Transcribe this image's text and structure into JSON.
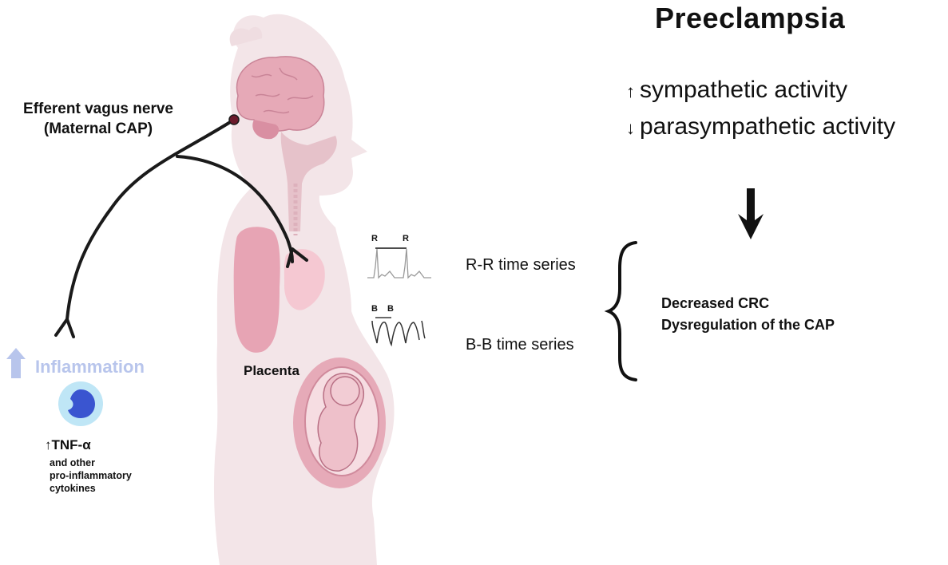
{
  "title": "Preeclampsia",
  "activity": [
    {
      "arrow": "↑",
      "label": "sympathetic activity"
    },
    {
      "arrow": "↓",
      "label": "parasympathetic activity"
    }
  ],
  "vagus_label": [
    "Efferent vagus nerve",
    "(Maternal CAP)"
  ],
  "inflammation_label": "Inflammation",
  "tnf": {
    "arrow": "↑",
    "label": "TNF-α"
  },
  "cytokines_label": [
    "and other",
    "pro-inflammatory",
    "cytokines"
  ],
  "placenta_label": "Placenta",
  "time_series": [
    "R-R time series",
    "B-B time series"
  ],
  "rr_markers": [
    "R",
    "R"
  ],
  "bb_markers": [
    "B",
    "B"
  ],
  "outcomes": [
    "Decreased CRC",
    "Dysregulation of the CAP"
  ],
  "colors": {
    "silhouette": "#f3e5e8",
    "organ_pink": "#eaaab8",
    "organ_dark": "#d98fa2",
    "inflammation_blue": "#b8c5ec",
    "cell_core": "#3a55d0",
    "cell_halo": "#bfe6f6",
    "nerve": "#1a1a1a"
  }
}
